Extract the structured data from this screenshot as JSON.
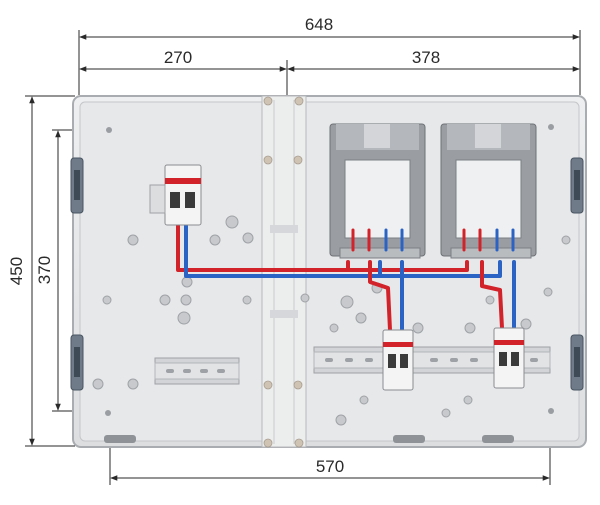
{
  "dimensions": {
    "overall_width": "648",
    "left_compartment_width": "270",
    "right_compartment_width": "378",
    "overall_height": "450",
    "inner_height": "370",
    "mounting_width": "570"
  },
  "colors": {
    "enclosure": "#e6e7e8",
    "enclosure_edge": "#b9bbbe",
    "wire_red": "#d2232a",
    "wire_blue": "#2a63c4",
    "hinge": "#5d6a78",
    "breaker": "#f4f4f4",
    "meter_bracket": "#8e9297"
  },
  "components": {
    "breakers": [
      "main-breaker",
      "meter-breaker-1",
      "meter-breaker-2"
    ],
    "meter_brackets": [
      "meter-bracket-1",
      "meter-bracket-2"
    ],
    "din_rails": [
      "din-rail-left",
      "din-rail-right"
    ]
  }
}
